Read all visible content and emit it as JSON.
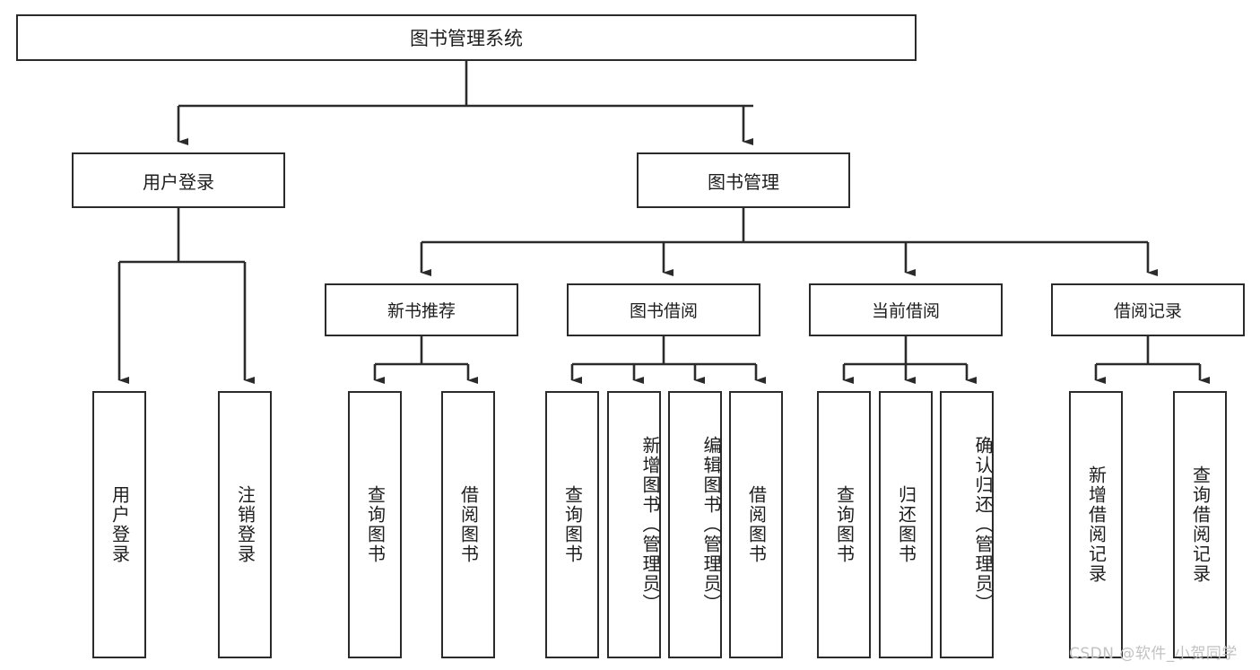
{
  "diagram": {
    "type": "tree",
    "title": "图书管理系统",
    "watermark": "CSDN @软件_小贺同学",
    "colors": {
      "box_border": "#2b2b2b",
      "box_fill": "#ffffff",
      "connector": "#2b2b2b",
      "text": "#1d1d1d",
      "watermark": "#c2c2c2",
      "background": "#ffffff"
    },
    "root": {
      "label": "图书管理系统"
    },
    "level1": [
      {
        "label": "用户登录"
      },
      {
        "label": "图书管理"
      }
    ],
    "level2": [
      {
        "label": "新书推荐"
      },
      {
        "label": "图书借阅"
      },
      {
        "label": "当前借阅"
      },
      {
        "label": "借阅记录"
      }
    ],
    "leaves": {
      "user_login": [
        {
          "label": "用户登录"
        },
        {
          "label": "注销登录"
        }
      ],
      "new_book_recommend": [
        {
          "label": "查询图书"
        },
        {
          "label": "借阅图书"
        }
      ],
      "book_borrow": [
        {
          "label": "查询图书"
        },
        {
          "label": "新增图书（管理员）"
        },
        {
          "label": "编辑图书（管理员）"
        },
        {
          "label": "借阅图书"
        }
      ],
      "current_borrow": [
        {
          "label": "查询图书"
        },
        {
          "label": "归还图书"
        },
        {
          "label": "确认归还（管理员）"
        }
      ],
      "borrow_record": [
        {
          "label": "新增借阅记录"
        },
        {
          "label": "查询借阅记录"
        }
      ]
    }
  }
}
